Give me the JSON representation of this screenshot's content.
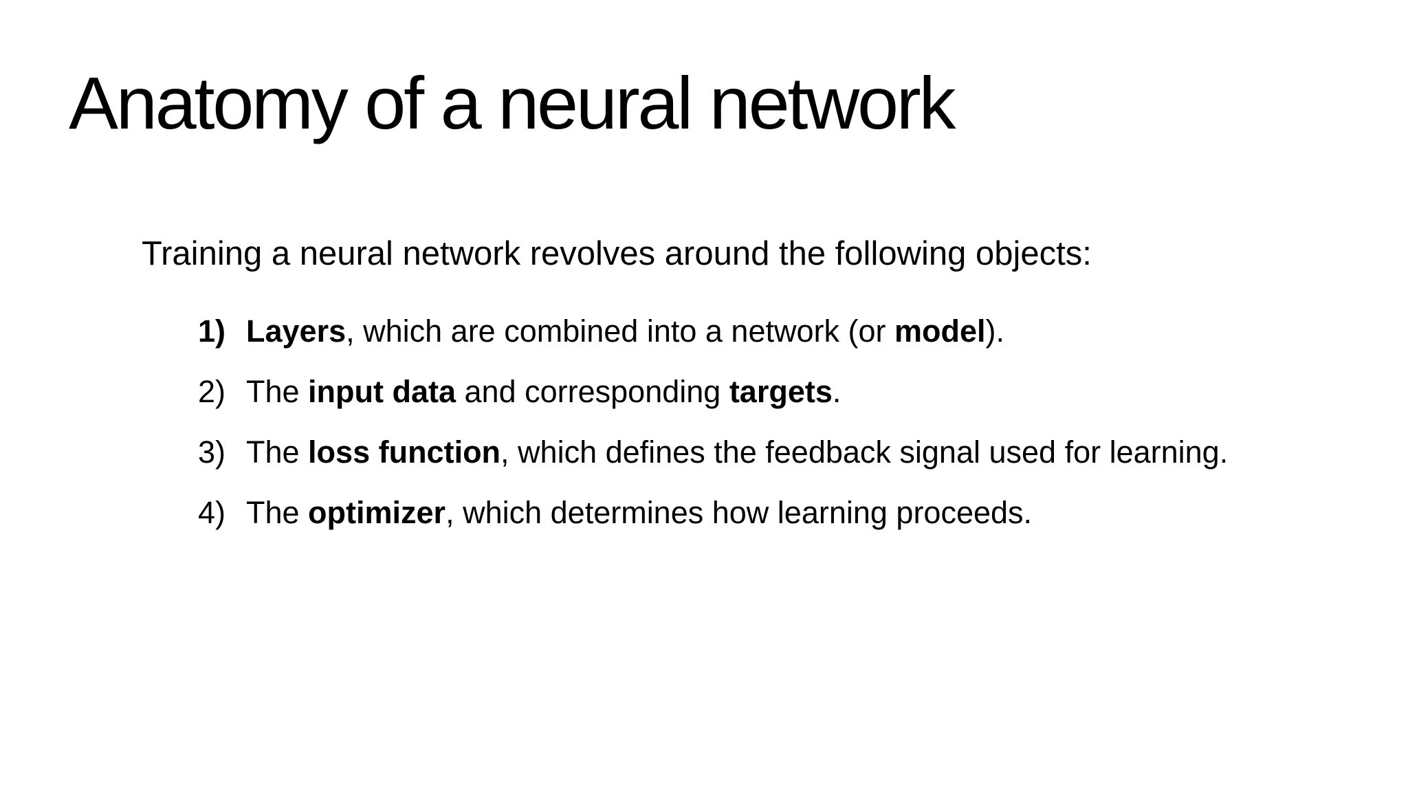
{
  "slide": {
    "colors": {
      "background": "#ffffff",
      "text": "#000000"
    },
    "title": "Anatomy of a neural network",
    "intro": "Training a neural network revolves around the following objects:",
    "items": [
      {
        "number": "1)",
        "number_bold": true,
        "segments": [
          {
            "text": "Layers",
            "bold": true
          },
          {
            "text": ", which are combined into a network (or ",
            "bold": false
          },
          {
            "text": "model",
            "bold": true
          },
          {
            "text": ").",
            "bold": false
          }
        ]
      },
      {
        "number": "2)",
        "number_bold": false,
        "segments": [
          {
            "text": "The ",
            "bold": false
          },
          {
            "text": "input data",
            "bold": true
          },
          {
            "text": " and corresponding ",
            "bold": false
          },
          {
            "text": "targets",
            "bold": true
          },
          {
            "text": ".",
            "bold": false
          }
        ]
      },
      {
        "number": "3)",
        "number_bold": false,
        "segments": [
          {
            "text": "The ",
            "bold": false
          },
          {
            "text": "loss function",
            "bold": true
          },
          {
            "text": ", which defines the feedback signal used for learning.",
            "bold": false
          }
        ]
      },
      {
        "number": "4)",
        "number_bold": false,
        "segments": [
          {
            "text": "The ",
            "bold": false
          },
          {
            "text": "optimizer",
            "bold": true
          },
          {
            "text": ", which determines how learning proceeds.",
            "bold": false
          }
        ]
      }
    ]
  }
}
